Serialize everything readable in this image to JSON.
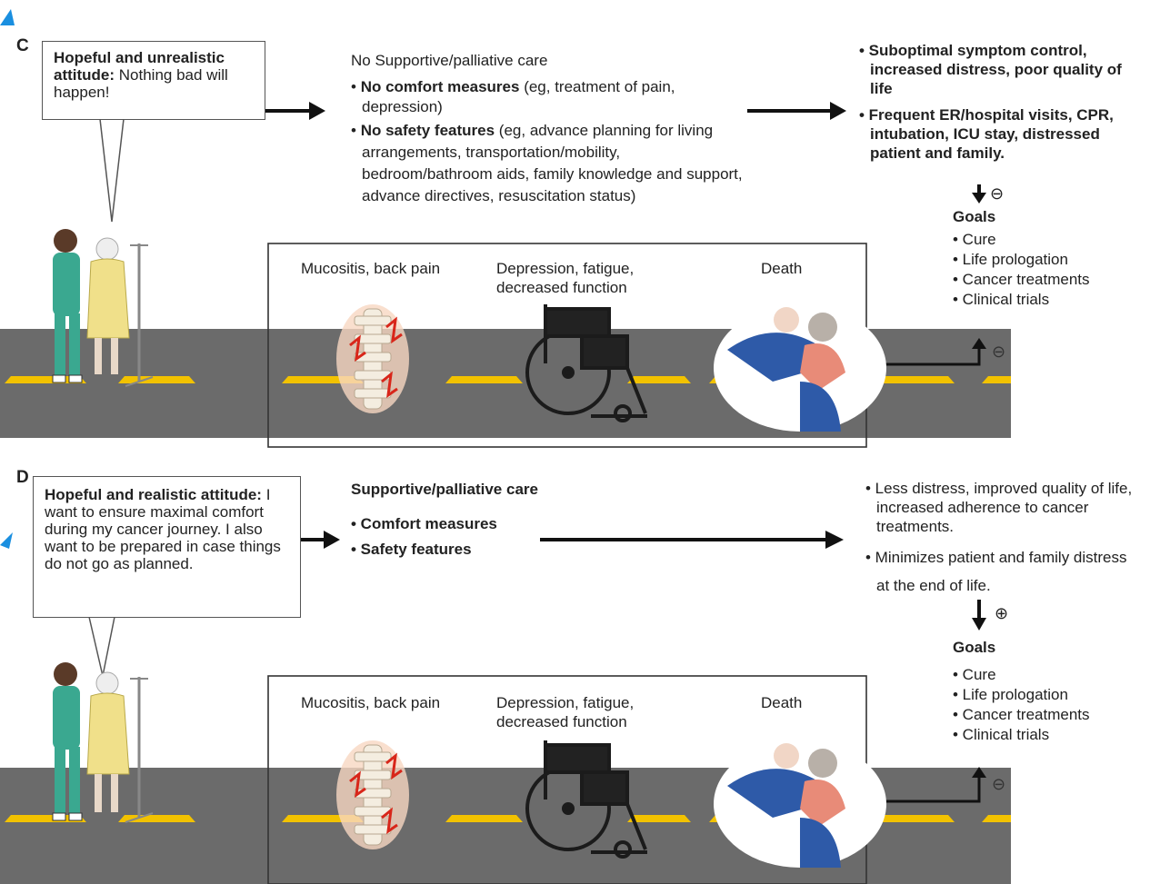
{
  "panel_c": {
    "letter": "C",
    "bubble_bold": "Hopeful and unrealistic attitude:",
    "bubble_text": " Nothing bad will happen!",
    "care_title": "No Supportive/palliative care",
    "care_items": [
      {
        "bold": "No comfort measures",
        "text": " (eg, treatment of pain, depression)"
      },
      {
        "bold": "No safety features",
        "text": " (eg, advance planning for living arrangements, transportation/mobility, bedroom/bathroom aids, family knowledge and support, advance directives, resuscitation status)"
      }
    ],
    "outcomes": [
      "• Suboptimal symptom control, increased distress, poor quality of life",
      "• Frequent ER/hospital visits, CPR, intubation, ICU stay, distressed patient and family."
    ],
    "goal_sign": "⊖",
    "goals_title": "Goals",
    "goals": [
      "• Cure",
      "• Life prologation",
      "• Cancer treatments",
      "• Clinical trials"
    ],
    "road_labels": [
      "Mucositis, back pain",
      "Depression, fatigue, decreased function",
      "Death"
    ],
    "road_sign": "⊖"
  },
  "panel_d": {
    "letter": "D",
    "bubble_bold": "Hopeful and realistic attitude:",
    "bubble_text": " I want to ensure maximal comfort during my cancer journey. I also want to be prepared in case things do not go as planned.",
    "care_title": "Supportive/palliative care",
    "care_items": [
      "• Comfort measures",
      "• Safety features"
    ],
    "outcomes": [
      "• Less distress, improved quality of life, increased adherence to cancer treatments.",
      "• Minimizes patient and family distress at the end of life."
    ],
    "goal_sign": "⊕",
    "goals_title": "Goals",
    "goals": [
      "• Cure",
      "• Life prologation",
      "• Cancer treatments",
      "• Clinical trials"
    ],
    "road_labels": [
      "Mucositis, back pain",
      "Depression, fatigue, decreased function",
      "Death"
    ],
    "road_sign": "⊖"
  },
  "colors": {
    "road": "#6b6b6b",
    "lane": "#f2c200",
    "scrubs": "#3aa890",
    "gown": "#f0e08a",
    "pain": "#d8261a",
    "accent": "#1a8fe0"
  }
}
